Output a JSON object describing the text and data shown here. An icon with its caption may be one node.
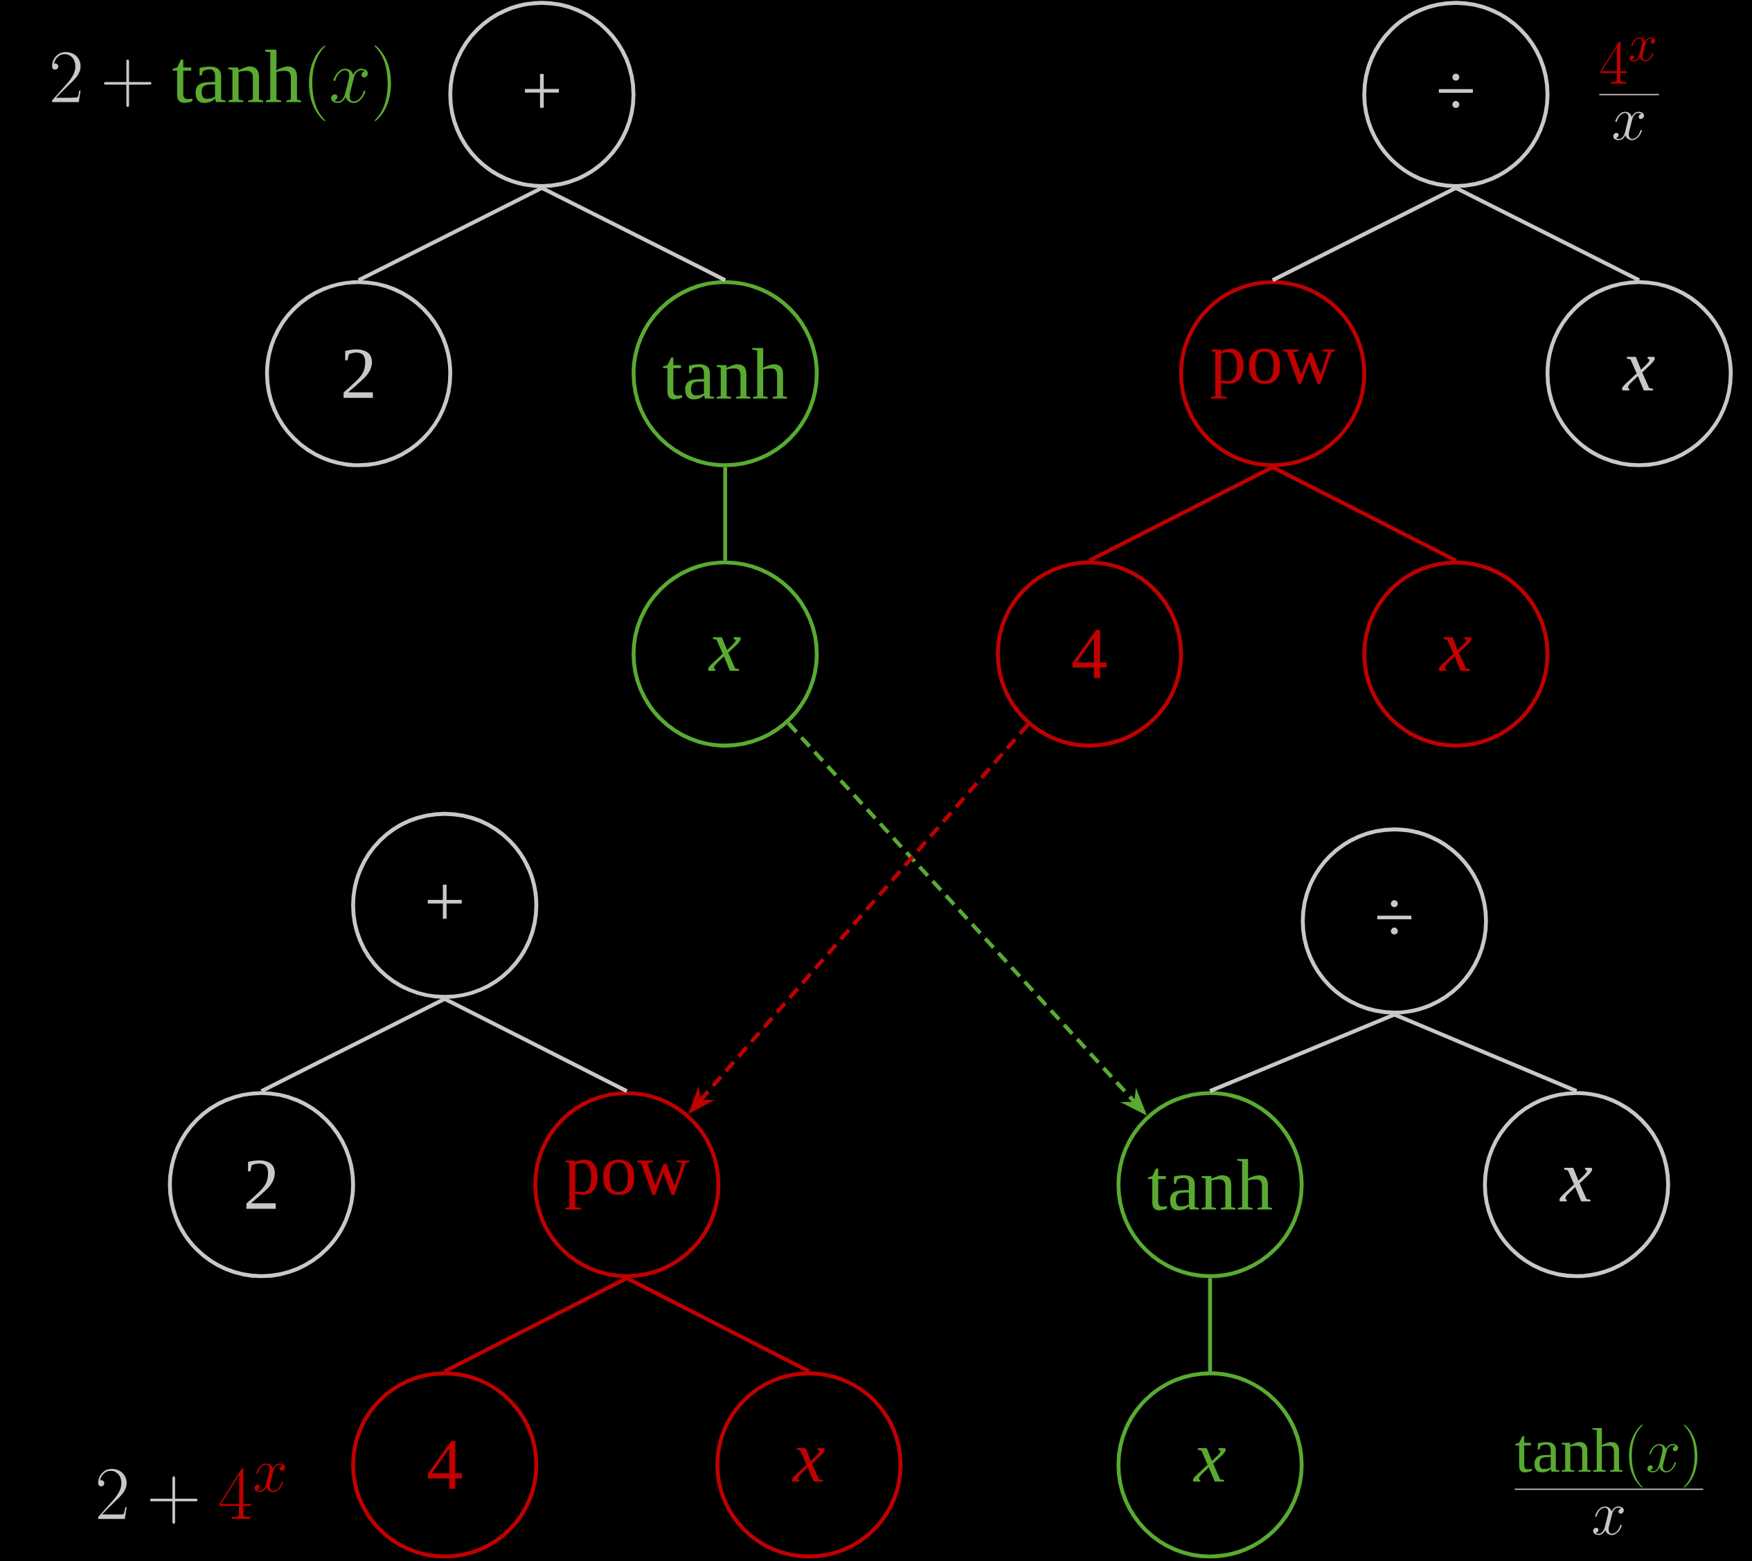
{
  "diagram": {
    "nodes": [
      {
        "text": [
          "+"
        ]
      },
      {
        "text": [
          "2"
        ]
      },
      {
        "text": [
          "tanh"
        ]
      },
      {
        "text": [
          "x"
        ]
      },
      {
        "text": [
          "÷"
        ]
      },
      {
        "text": [
          "pow"
        ]
      },
      {
        "text": [
          "x"
        ]
      },
      {
        "text": [
          "4"
        ]
      },
      {
        "text": [
          "x"
        ]
      },
      {
        "text": [
          "+"
        ]
      },
      {
        "text": [
          "2"
        ]
      },
      {
        "text": [
          "pow"
        ]
      },
      {
        "text": [
          "4"
        ]
      },
      {
        "text": [
          "x"
        ]
      },
      {
        "text": [
          "÷"
        ]
      },
      {
        "text": [
          "tanh"
        ]
      },
      {
        "text": [
          "x"
        ]
      },
      {
        "text": [
          "x"
        ]
      }
    ],
    "edges": [
      {
        "from": 0,
        "to": 1,
        "arrow": "none"
      },
      {
        "from": 0,
        "to": 2,
        "arrow": "none"
      },
      {
        "from": 2,
        "to": 3,
        "arrow": "none",
        "color": "#5aaa32"
      },
      {
        "from": 4,
        "to": 5,
        "arrow": "none"
      },
      {
        "from": 4,
        "to": 6,
        "arrow": "none"
      },
      {
        "from": 5,
        "to": 7,
        "arrow": "none",
        "color": "#c00000"
      },
      {
        "from": 5,
        "to": 8,
        "arrow": "none",
        "color": "#c00000"
      },
      {
        "from": 9,
        "to": 10,
        "arrow": "none"
      },
      {
        "from": 9,
        "to": 11,
        "arrow": "none"
      },
      {
        "from": 11,
        "to": 12,
        "arrow": "none",
        "color": "#c00000"
      },
      {
        "from": 11,
        "to": 13,
        "arrow": "none",
        "color": "#c00000"
      },
      {
        "from": 14,
        "to": 15,
        "arrow": "none"
      },
      {
        "from": 14,
        "to": 16,
        "arrow": "none"
      },
      {
        "from": 15,
        "to": 17,
        "arrow": "none",
        "color": "#5aaa32"
      },
      {
        "from": 3,
        "to": 15,
        "arrow": "to",
        "style": "dashed",
        "color": "#5aaa32"
      },
      {
        "from": 7,
        "to": 11,
        "arrow": "to",
        "style": "dashed",
        "color": "#c00000"
      }
    ],
    "labels": [
      "2+{\\color{cgreen}\\tanh(x)}",
      "\\frac{{\\color{cred}4^x}}{x}",
      "2+{\\color{cred}4^x}",
      "\\frac{{\\color{cgreen}\\tanh(x)}}{x}"
    ]
  }
}
